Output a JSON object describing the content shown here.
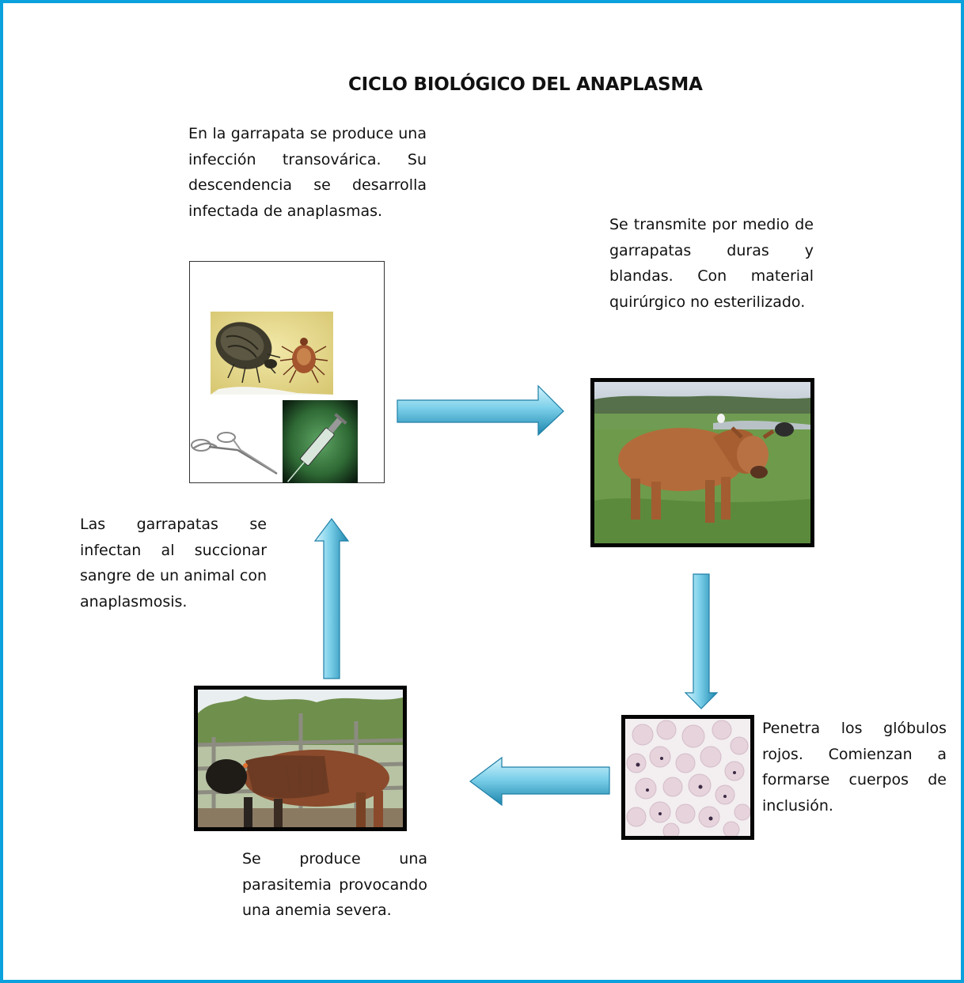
{
  "title": "CICLO BIOLÓGICO DEL ANAPLASMA",
  "steps": [
    {
      "id": "tick-infection",
      "text": "En la garrapata se produce una infección transovárica. Su descendencia se desarrolla infectada de anaplasmas."
    },
    {
      "id": "transmission",
      "text": "Se transmite por medio de garrapatas duras y blandas. Con material quirúrgico no esterilizado."
    },
    {
      "id": "red-cells",
      "text": "Penetra los glóbulos rojos. Comienzan a formarse cuerpos de inclusión."
    },
    {
      "id": "parasitemia",
      "text": "Se produce una parasitemia provocando una anemia severa."
    },
    {
      "id": "tick-feeding",
      "text": "Las garrapatas se infectan al succionar sangre de un animal con anaplasmosis."
    }
  ],
  "images": [
    "ticks",
    "forceps",
    "syringe",
    "healthy-cow",
    "blood-smear",
    "sick-cow"
  ],
  "arrows": [
    {
      "from": "tick-infection",
      "to": "transmission",
      "direction": "right"
    },
    {
      "from": "transmission",
      "to": "red-cells",
      "direction": "down"
    },
    {
      "from": "red-cells",
      "to": "parasitemia",
      "direction": "left"
    },
    {
      "from": "parasitemia",
      "to": "tick-infection",
      "direction": "up"
    }
  ],
  "colors": {
    "border": "#0aa1dc",
    "arrow_light": "#a6e4f5",
    "arrow_dark": "#1f8fb5",
    "photo_frame": "#050505"
  }
}
